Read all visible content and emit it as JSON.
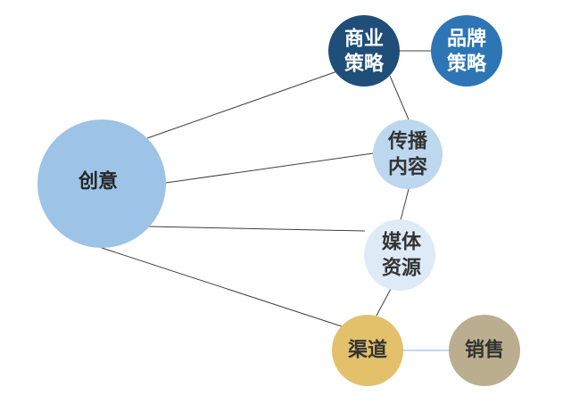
{
  "nodes": {
    "creative": {
      "lines": [
        "创意"
      ],
      "color": "#9dc3e6",
      "text_color": "#262626"
    },
    "business_strategy": {
      "lines": [
        "商业",
        "策略"
      ],
      "color": "#1f4e79",
      "text_color": "#ffffff"
    },
    "brand_strategy": {
      "lines": [
        "品牌",
        "策略"
      ],
      "color": "#2e75b6",
      "text_color": "#ffffff"
    },
    "content": {
      "lines": [
        "传播",
        "内容"
      ],
      "color": "#bdd7ee",
      "text_color": "#333333"
    },
    "media": {
      "lines": [
        "媒体",
        "资源"
      ],
      "color": "#deebf7",
      "text_color": "#333333"
    },
    "channel": {
      "lines": [
        "渠道"
      ],
      "color": "#e3c06a",
      "text_color": "#333333"
    },
    "sales": {
      "lines": [
        "销售"
      ],
      "color": "#baae8f",
      "text_color": "#333333"
    }
  },
  "edge_colors": {
    "default": "#404040",
    "channel_sales": "#7fb0e0"
  }
}
